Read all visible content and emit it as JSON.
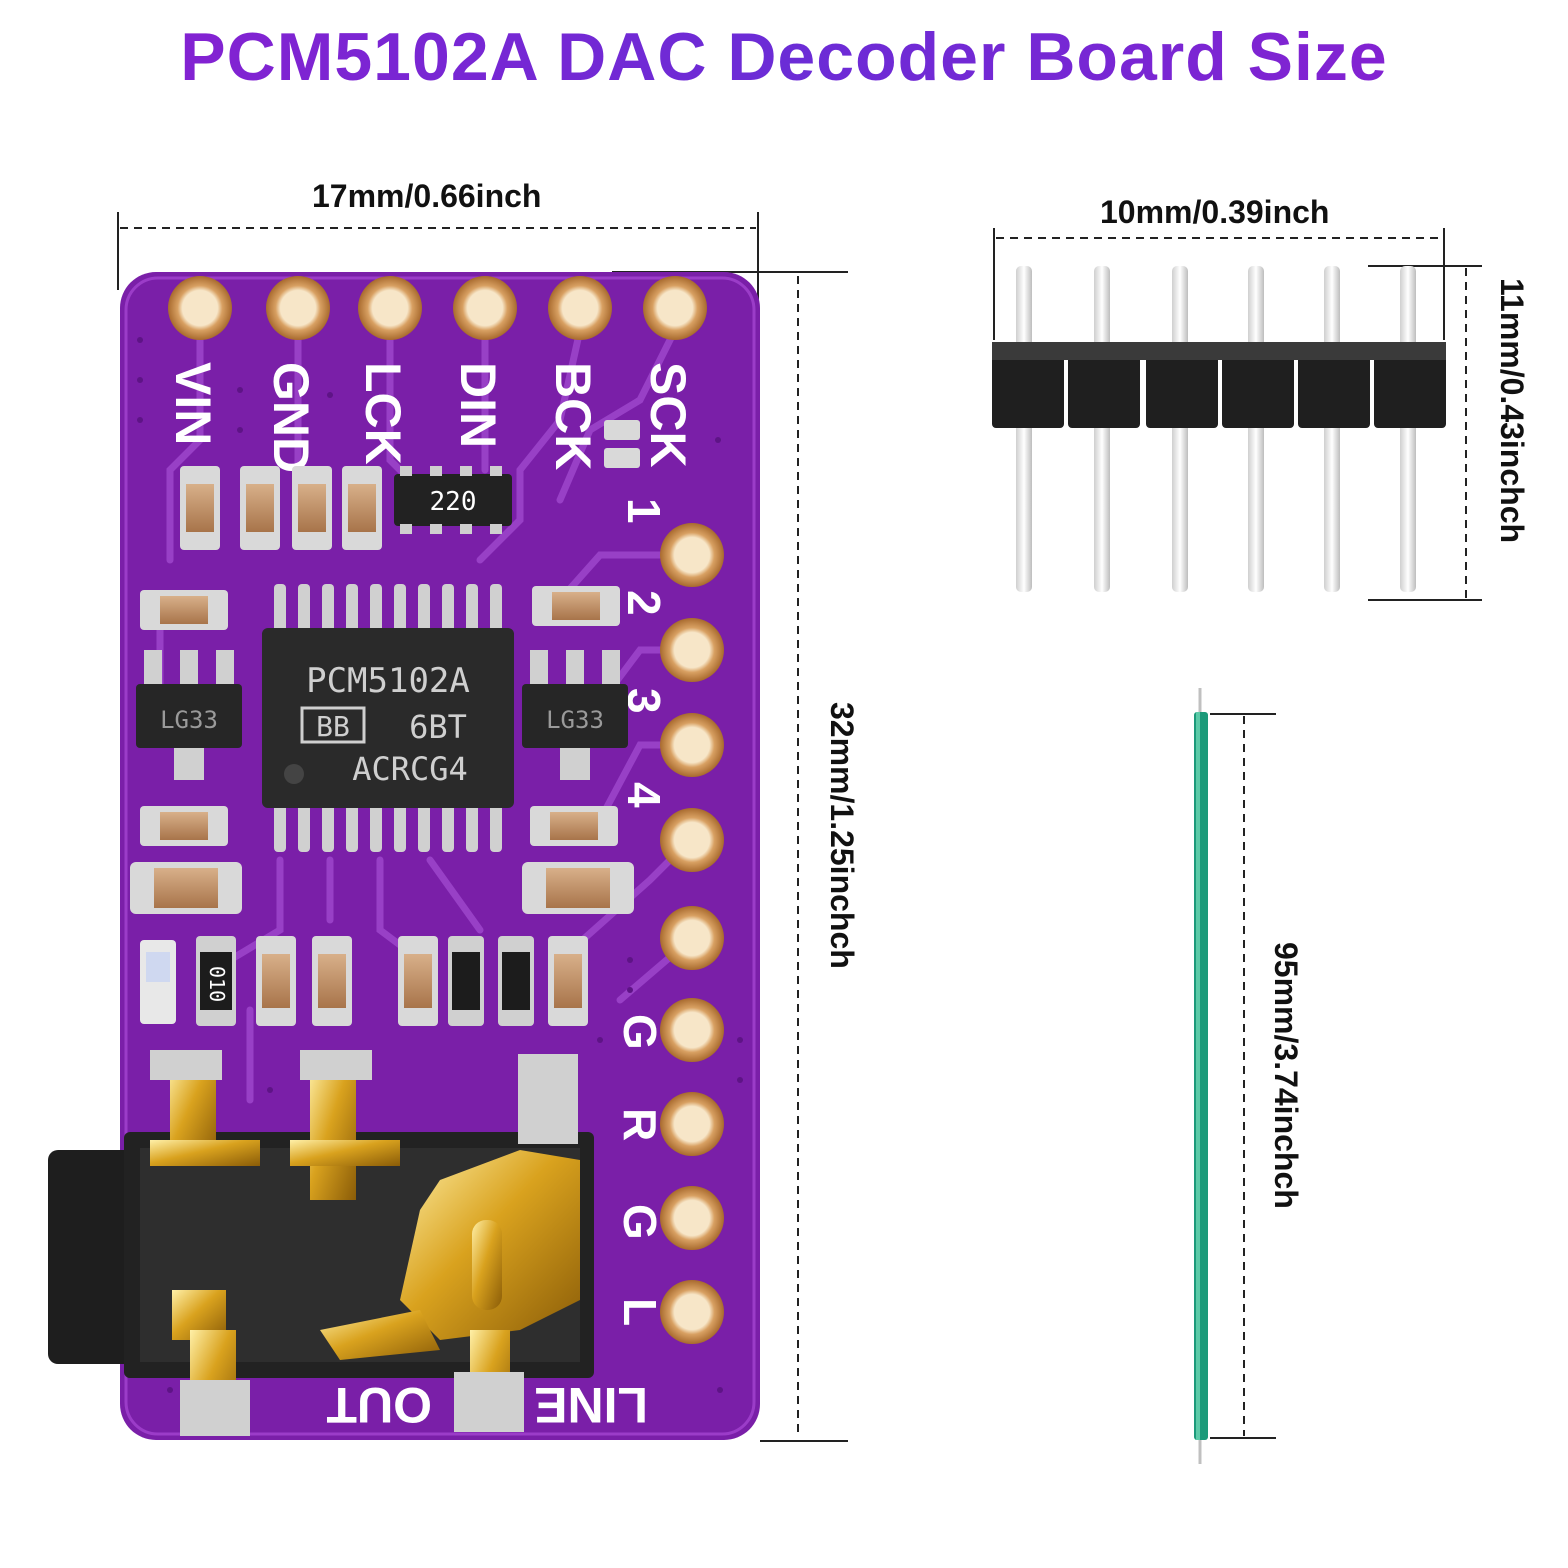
{
  "title": "PCM5102A DAC Decoder Board Size",
  "dimensions": {
    "board_width": "17mm/0.66inch",
    "board_height": "32mm/1.25inchch",
    "header_width": "10mm/0.39inch",
    "header_height": "11mm/0.43inchch",
    "wire_length": "95mm/3.74inchch"
  },
  "board": {
    "top_pins": [
      "VIN",
      "GND",
      "LCK",
      "DIN",
      "BCK",
      "SCK"
    ],
    "side_pins": [
      "1",
      "2",
      "3",
      "4",
      "",
      "G",
      "R",
      "G",
      "L"
    ],
    "chip_lines": [
      "PCM5102A",
      "6BT",
      "ACRCG4"
    ],
    "chip_logo": "BB",
    "resistor_array": "220",
    "regulator_left": "LG33",
    "regulator_right": "LG33",
    "resistor_code": "010",
    "out_label": "OUT",
    "line_label": "LINE"
  },
  "colors": {
    "pcb": "#7a1fa8",
    "pcb_dark": "#5e1486",
    "pad": "#d39a5e",
    "gold": "#d8a520",
    "wire": "#1c9a7a"
  }
}
